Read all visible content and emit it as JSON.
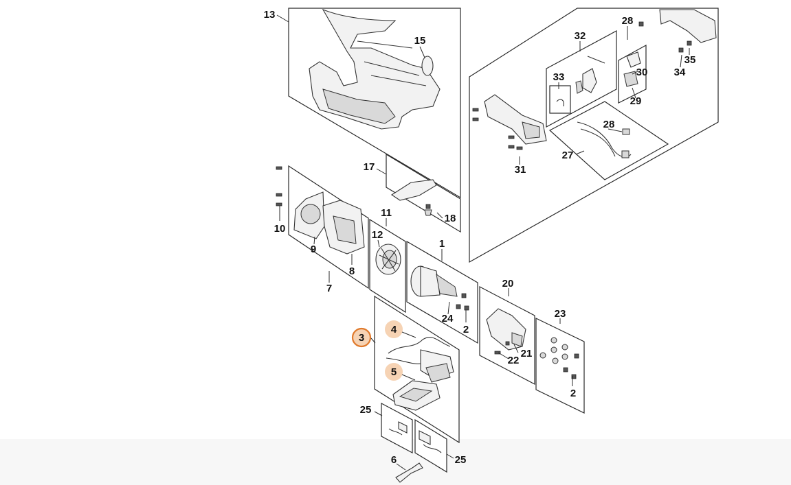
{
  "callouts": {
    "n1": "1",
    "n2a": "2",
    "n2b": "2",
    "n3": "3",
    "n4": "4",
    "n5": "5",
    "n6": "6",
    "n7": "7",
    "n8": "8",
    "n9": "9",
    "n10": "10",
    "n11": "11",
    "n12": "12",
    "n13": "13",
    "n15": "15",
    "n17": "17",
    "n18": "18",
    "n20": "20",
    "n21": "21",
    "n22": "22",
    "n23": "23",
    "n24": "24",
    "n25a": "25",
    "n25b": "25",
    "n27": "27",
    "n28a": "28",
    "n28b": "28",
    "n29": "29",
    "n30": "30",
    "n31": "31",
    "n32": "32",
    "n33": "33",
    "n34": "34",
    "n35": "35"
  },
  "highlighted": [
    "3",
    "4",
    "5"
  ],
  "colors": {
    "highlight_fill": "#f6d3b4",
    "highlight_ring": "#e07a2c",
    "line": "#2a2a2a"
  }
}
